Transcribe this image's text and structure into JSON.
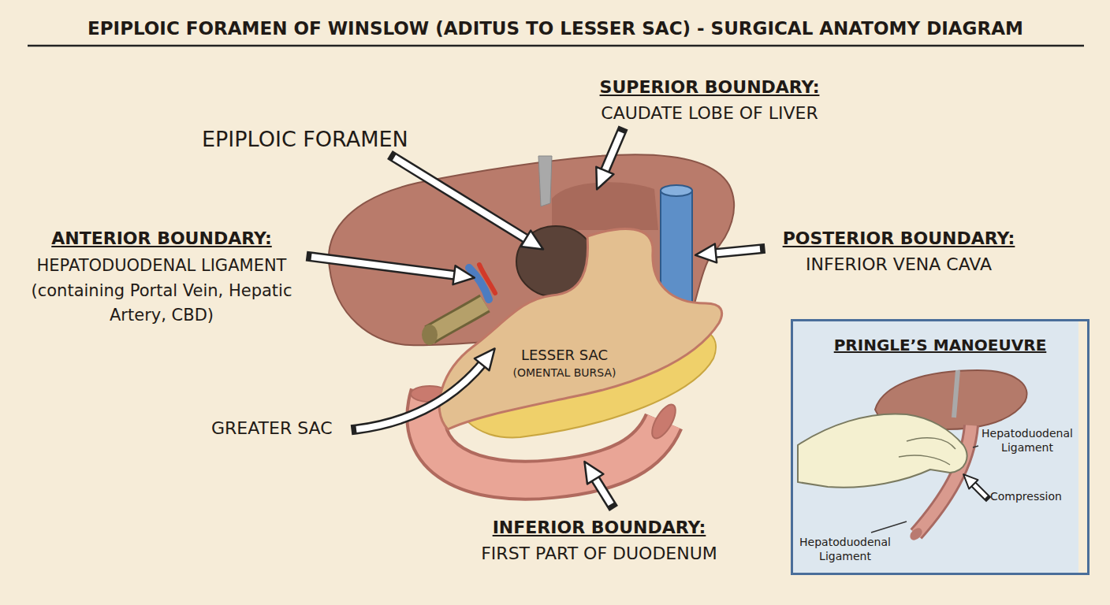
{
  "diagram": {
    "title": "EPIPLOIC FORAMEN OF WINSLOW (ADITUS TO LESSER SAC) - SURGICAL ANATOMY DIAGRAM",
    "nodes": [
      {
        "text": [
          "PRINGLE’S MANOEUVRE"
        ]
      }
    ],
    "labels": [
      "EPIPLOIC FORAMEN",
      "SUPERIOR BOUNDARY:",
      "CAUDATE LOBE OF LIVER",
      "ANTERIOR BOUNDARY:",
      "HEPATODUODENAL LIGAMENT (containing Portal Vein, Hepatic Artery, CBD)",
      "POSTERIOR BOUNDARY:",
      "INFERIOR VENA CAVA",
      "LESSER SAC",
      "(OMENTAL BURSA)",
      "GREATER SAC",
      "INFERIOR BOUNDARY:",
      "FIRST PART OF DUODENUM",
      "Hepatoduodenal Ligament",
      "Compression",
      "Hepatoduodenal Ligament"
    ]
  }
}
